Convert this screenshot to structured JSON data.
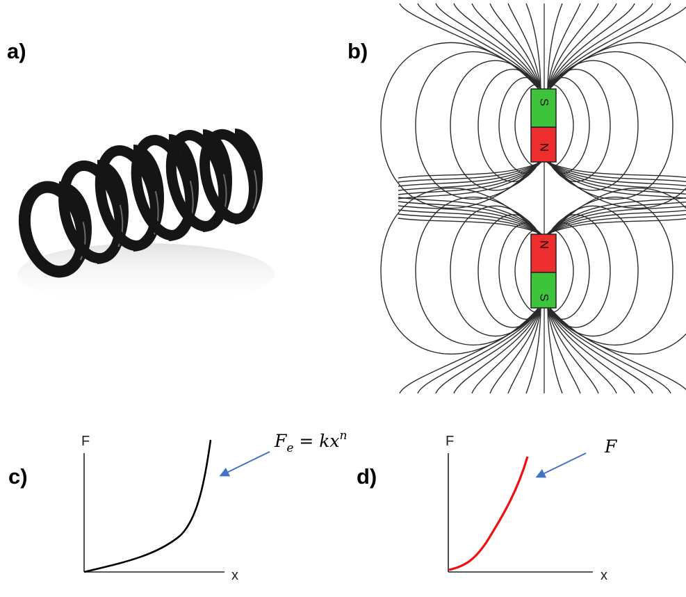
{
  "panels": {
    "a": {
      "label": "a)"
    },
    "b": {
      "label": "b)",
      "magnets": [
        {
          "top_pole": "S",
          "bottom_pole": "N"
        },
        {
          "top_pole": "N",
          "bottom_pole": "S"
        }
      ]
    },
    "c": {
      "label": "c)",
      "y_axis": "F",
      "x_axis": "x",
      "equation": {
        "base": "F",
        "sub": "e",
        "rhs": " = kx",
        "sup": "n"
      }
    },
    "d": {
      "label": "d)",
      "y_axis": "F",
      "x_axis": "x",
      "curve_label": "F"
    }
  },
  "colors": {
    "spring": "#151515",
    "field_lines": "#2a2a2a",
    "north_pole": "#ee2e2e",
    "south_pole": "#3ec43a",
    "curve_c": "#000000",
    "curve_d": "#ee1111",
    "arrow": "#4472c4"
  }
}
